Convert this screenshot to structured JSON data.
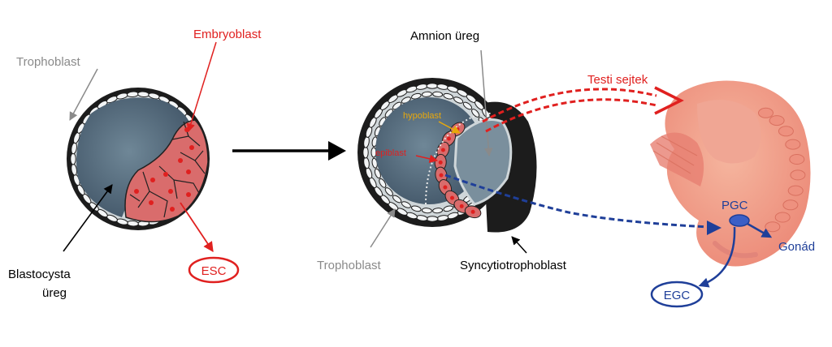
{
  "labels": {
    "trophoblast_left": "Trophoblast",
    "embryoblast": "Embryoblast",
    "blastocysta_line1": "Blastocysta",
    "blastocysta_line2": "üreg",
    "esc": "ESC",
    "amnion": "Amnion üreg",
    "hypoblast": "hypoblast",
    "epiblast": "epiblast",
    "trophoblast_right": "Trophoblast",
    "syncytio": "Syncytiotrophoblast",
    "testi": "Testi sejtek",
    "pgc": "PGC",
    "gonad": "Gonád",
    "egc": "EGC"
  },
  "colors": {
    "red": "#e0201f",
    "blue": "#1f3f99",
    "gray": "#8a8a8a",
    "yellow": "#e8a80b",
    "cavity": "#546a7a",
    "cell_pink": "#e07a7a",
    "embryo_pink": "#f2a08a"
  }
}
